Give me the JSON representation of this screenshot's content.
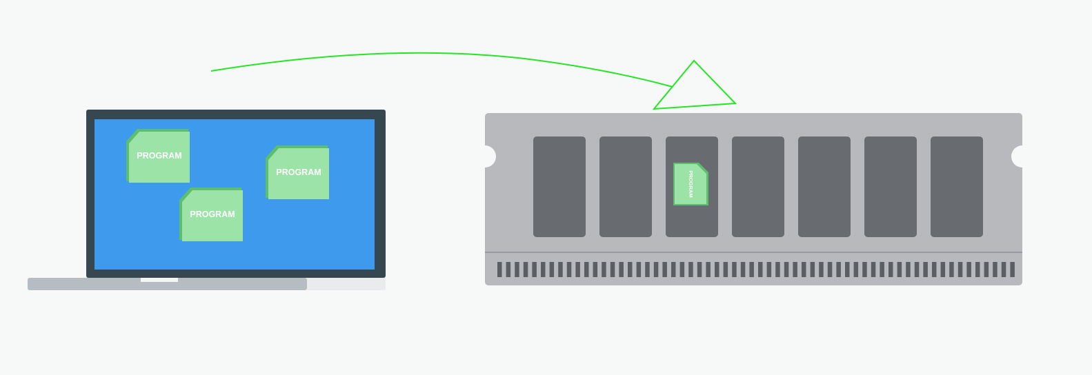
{
  "diagram": {
    "program_label": "PROGRAM",
    "arrow_color": "#22e622",
    "laptop": {
      "screen_color": "#3d9aec",
      "bezel_color": "#36474f",
      "base_color": "#b6bdc2",
      "program_count": 3
    },
    "ram": {
      "board_color": "#b7b9bd",
      "chip_color": "#686b70",
      "chip_count": 7,
      "program_in_chip": 3
    },
    "program_card": {
      "face_color": "#9be3a6",
      "edge_color": "#5cbf6e"
    }
  }
}
